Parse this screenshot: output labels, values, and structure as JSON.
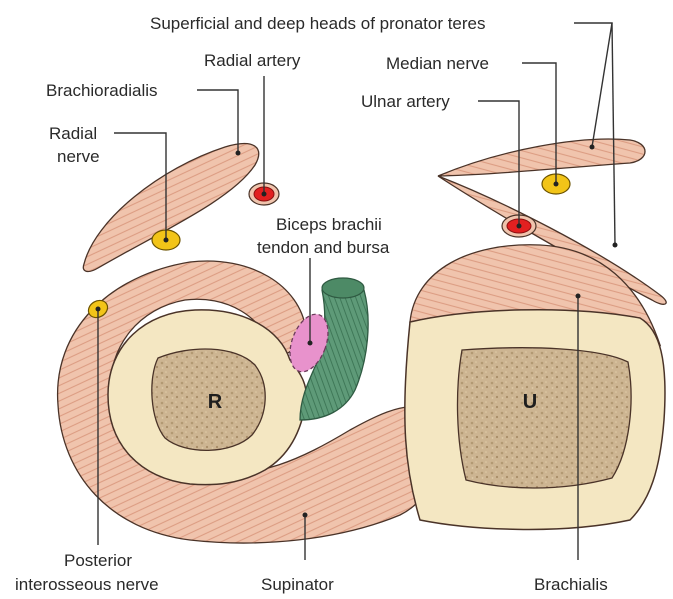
{
  "bones": {
    "radius": "R",
    "ulna": "U"
  },
  "labels": {
    "pronator_teres": "Superficial and deep heads of pronator teres",
    "radial_artery": "Radial artery",
    "median_nerve": "Median nerve",
    "brachioradialis": "Brachioradialis",
    "ulnar_artery": "Ulnar artery",
    "radial_nerve_line1": "Radial",
    "radial_nerve_line2": "nerve",
    "biceps_line1": "Biceps brachii",
    "biceps_line2": "tendon and bursa",
    "posterior_line1": "Posterior",
    "posterior_line2": "interosseous nerve",
    "supinator": "Supinator",
    "brachialis": "Brachialis"
  },
  "colors": {
    "muscle": "#f0c4ad",
    "muscle_fiber": "#d9957a",
    "muscle_edge": "#4a3328",
    "bone_cortex": "#f4e7c2",
    "bone_marrow": "#c9b089",
    "tendon": "#5e9a78",
    "bursa": "#e892cc",
    "artery": "#e22020",
    "nerve": "#f2c418"
  }
}
